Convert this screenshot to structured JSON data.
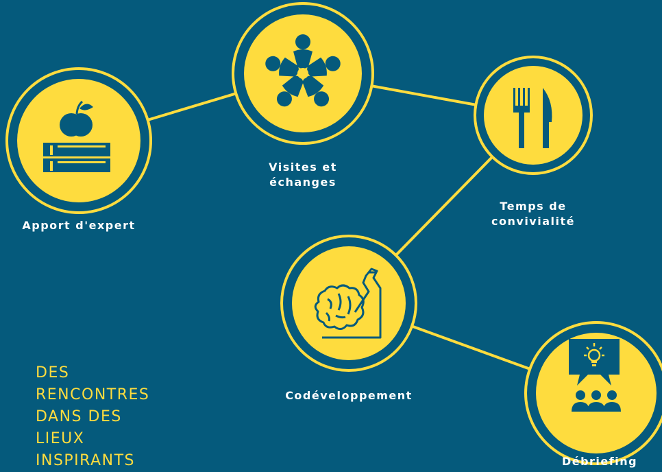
{
  "colors": {
    "background": "#055a7c",
    "accent": "#fedc3e",
    "label_text": "#ffffff"
  },
  "nodes": [
    {
      "id": "apport",
      "label": "Apport d'expert",
      "icon": "apple-on-books-icon"
    },
    {
      "id": "visites",
      "label": "Visites et\néchanges",
      "icon": "people-circle-icon"
    },
    {
      "id": "temps",
      "label": "Temps de\nconvivialité",
      "icon": "fork-knife-icon"
    },
    {
      "id": "codev",
      "label": "Codéveloppement",
      "icon": "brain-muscle-icon"
    },
    {
      "id": "debrief",
      "label": "Débriefing",
      "icon": "audience-idea-icon"
    }
  ],
  "tagline": [
    "DES",
    "RENCONTRES",
    "DANS DES",
    "LIEUX",
    "INSPIRANTS"
  ]
}
